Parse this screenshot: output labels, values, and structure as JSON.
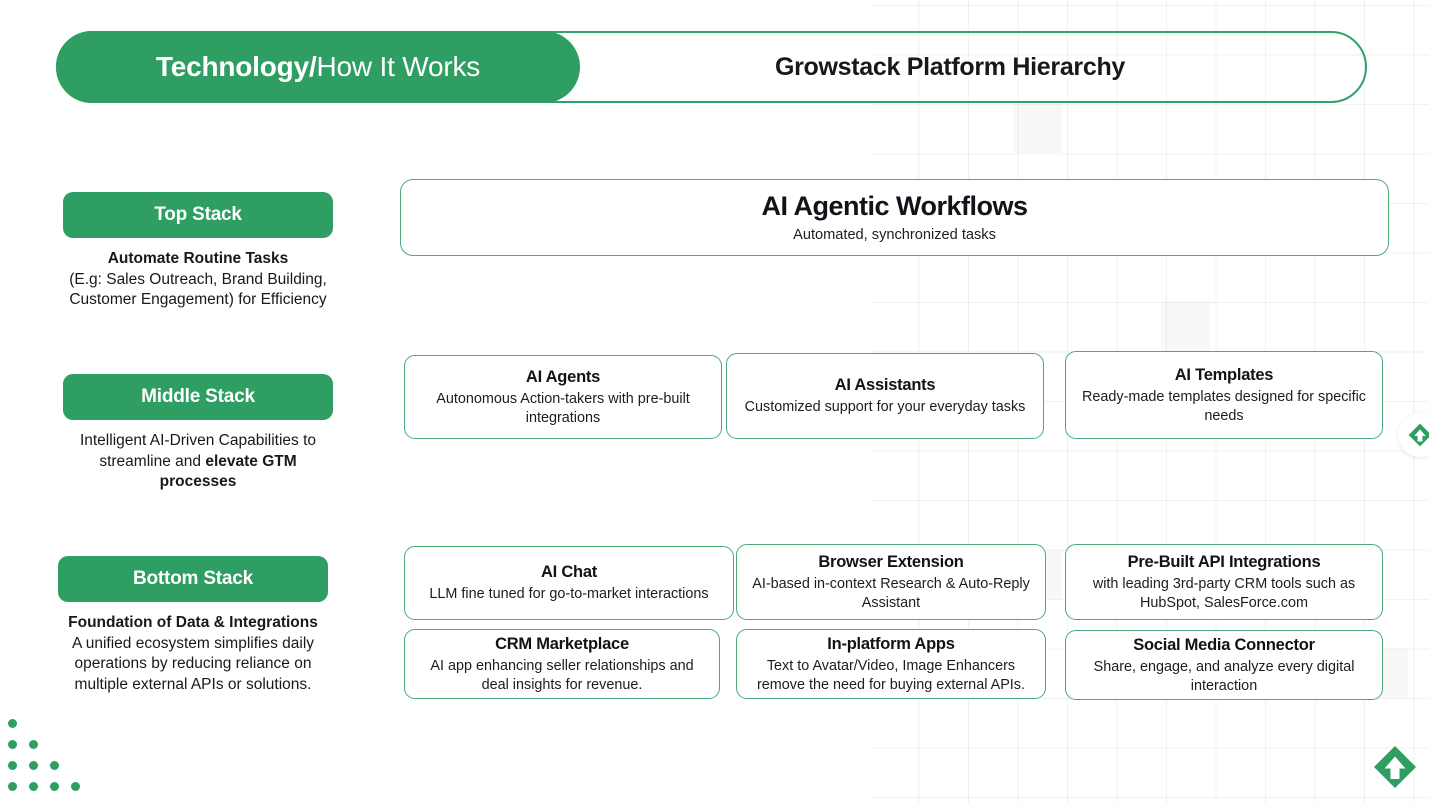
{
  "header": {
    "pill_bold": "Technology/",
    "pill_light": "How It Works",
    "title": "Growstack Platform Hierarchy"
  },
  "colors": {
    "brand_green": "#2e9e63",
    "card_border": "#4aab78",
    "text_dark": "#111318"
  },
  "stacks": [
    {
      "badge": "Top Stack",
      "desc_bold": "Automate Routine Tasks",
      "desc_rest": "(E.g: Sales Outreach, Brand Building, Customer Engagement) for Efficiency"
    },
    {
      "badge": "Middle Stack",
      "desc_rest": "Intelligent AI-Driven Capabilities to streamline and ",
      "desc_bold_tail": "elevate GTM processes"
    },
    {
      "badge": "Bottom Stack",
      "desc_bold": "Foundation of Data & Integrations",
      "desc_rest": "A unified ecosystem simplifies daily operations by reducing reliance on multiple external APIs or solutions."
    }
  ],
  "hero": {
    "title": "AI Agentic Workflows",
    "subtitle": "Automated, synchronized tasks"
  },
  "middle_row": [
    {
      "title": "AI Agents",
      "subtitle": "Autonomous Action-takers with pre-built integrations"
    },
    {
      "title": "AI Assistants",
      "subtitle": "Customized support for your everyday tasks"
    },
    {
      "title": "AI Templates",
      "subtitle": "Ready-made templates designed for specific needs"
    }
  ],
  "bottom_row_1": [
    {
      "title": "AI Chat",
      "subtitle": "LLM fine tuned for go-to-market interactions"
    },
    {
      "title": "Browser Extension",
      "subtitle": "AI-based in-context Research & Auto-Reply Assistant"
    },
    {
      "title": "Pre-Built API Integrations",
      "subtitle": "with leading 3rd-party CRM tools such as HubSpot, SalesForce.com"
    }
  ],
  "bottom_row_2": [
    {
      "title": "CRM Marketplace",
      "subtitle": "AI app enhancing seller relationships and deal insights for revenue."
    },
    {
      "title": "In-platform Apps",
      "subtitle": "Text to Avatar/Video, Image Enhancers remove the need for buying external APIs."
    },
    {
      "title": "Social Media Connector",
      "subtitle": "Share, engage, and analyze every digital interaction"
    }
  ],
  "decor": {
    "logo_icon": "growstack-diamond-arrow-logo",
    "dots_icon": "dot-triangle-pattern"
  }
}
